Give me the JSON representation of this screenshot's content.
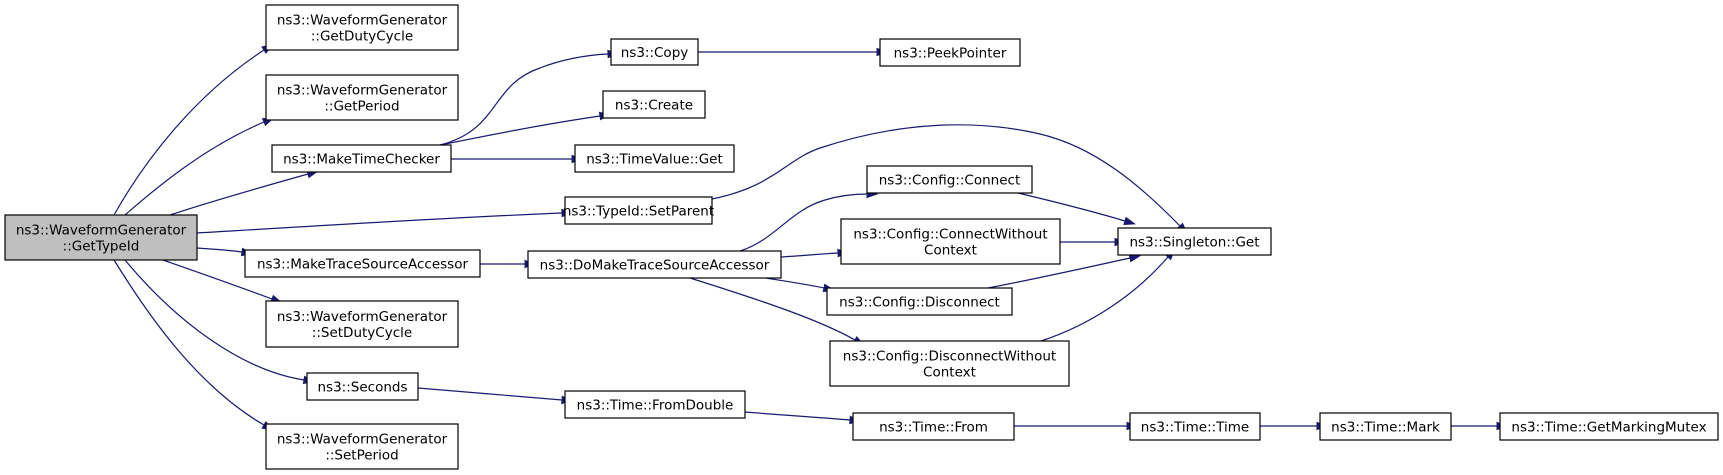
{
  "graph": {
    "root": "GetTypeId",
    "nodes": [
      {
        "id": "GetTypeId",
        "lines": [
          "ns3::WaveformGenerator",
          "::GetTypeId"
        ],
        "highlight": true
      },
      {
        "id": "GetDutyCycle",
        "lines": [
          "ns3::WaveformGenerator",
          "::GetDutyCycle"
        ]
      },
      {
        "id": "GetPeriod",
        "lines": [
          "ns3::WaveformGenerator",
          "::GetPeriod"
        ]
      },
      {
        "id": "MakeTimeChecker",
        "lines": [
          "ns3::MakeTimeChecker"
        ]
      },
      {
        "id": "MakeTraceSourceAccessor",
        "lines": [
          "ns3::MakeTraceSourceAccessor"
        ]
      },
      {
        "id": "SetDutyCycle",
        "lines": [
          "ns3::WaveformGenerator",
          "::SetDutyCycle"
        ]
      },
      {
        "id": "Seconds",
        "lines": [
          "ns3::Seconds"
        ]
      },
      {
        "id": "SetPeriod",
        "lines": [
          "ns3::WaveformGenerator",
          "::SetPeriod"
        ]
      },
      {
        "id": "Copy",
        "lines": [
          "ns3::Copy"
        ]
      },
      {
        "id": "Create",
        "lines": [
          "ns3::Create"
        ]
      },
      {
        "id": "TimeValueGet",
        "lines": [
          "ns3::TimeValue::Get"
        ]
      },
      {
        "id": "SetParent",
        "lines": [
          "ns3::TypeId::SetParent"
        ]
      },
      {
        "id": "DoMakeTraceSourceAccessor",
        "lines": [
          "ns3::DoMakeTraceSourceAccessor"
        ]
      },
      {
        "id": "FromDouble",
        "lines": [
          "ns3::Time::FromDouble"
        ]
      },
      {
        "id": "PeekPointer",
        "lines": [
          "ns3::PeekPointer"
        ]
      },
      {
        "id": "ConfigConnect",
        "lines": [
          "ns3::Config::Connect"
        ]
      },
      {
        "id": "ConfigConnectWithoutContext",
        "lines": [
          "ns3::Config::ConnectWithout",
          "Context"
        ]
      },
      {
        "id": "ConfigDisconnect",
        "lines": [
          "ns3::Config::Disconnect"
        ]
      },
      {
        "id": "ConfigDisconnectWithoutContext",
        "lines": [
          "ns3::Config::DisconnectWithout",
          "Context"
        ]
      },
      {
        "id": "TimeFrom",
        "lines": [
          "ns3::Time::From"
        ]
      },
      {
        "id": "SingletonGet",
        "lines": [
          "ns3::Singleton::Get"
        ]
      },
      {
        "id": "TimeTime",
        "lines": [
          "ns3::Time::Time"
        ]
      },
      {
        "id": "TimeMark",
        "lines": [
          "ns3::Time::Mark"
        ]
      },
      {
        "id": "GetMarkingMutex",
        "lines": [
          "ns3::Time::GetMarkingMutex"
        ]
      }
    ],
    "edges": [
      [
        "GetTypeId",
        "GetDutyCycle"
      ],
      [
        "GetTypeId",
        "GetPeriod"
      ],
      [
        "GetTypeId",
        "MakeTimeChecker"
      ],
      [
        "GetTypeId",
        "SetParent"
      ],
      [
        "GetTypeId",
        "MakeTraceSourceAccessor"
      ],
      [
        "GetTypeId",
        "SetDutyCycle"
      ],
      [
        "GetTypeId",
        "Seconds"
      ],
      [
        "GetTypeId",
        "SetPeriod"
      ],
      [
        "MakeTimeChecker",
        "Copy"
      ],
      [
        "MakeTimeChecker",
        "Create"
      ],
      [
        "MakeTimeChecker",
        "TimeValueGet"
      ],
      [
        "Copy",
        "PeekPointer"
      ],
      [
        "SetParent",
        "SingletonGet"
      ],
      [
        "MakeTraceSourceAccessor",
        "DoMakeTraceSourceAccessor"
      ],
      [
        "DoMakeTraceSourceAccessor",
        "ConfigConnect"
      ],
      [
        "DoMakeTraceSourceAccessor",
        "ConfigConnectWithoutContext"
      ],
      [
        "DoMakeTraceSourceAccessor",
        "ConfigDisconnect"
      ],
      [
        "DoMakeTraceSourceAccessor",
        "ConfigDisconnectWithoutContext"
      ],
      [
        "ConfigConnect",
        "SingletonGet"
      ],
      [
        "ConfigConnectWithoutContext",
        "SingletonGet"
      ],
      [
        "ConfigDisconnect",
        "SingletonGet"
      ],
      [
        "ConfigDisconnectWithoutContext",
        "SingletonGet"
      ],
      [
        "Seconds",
        "FromDouble"
      ],
      [
        "FromDouble",
        "TimeFrom"
      ],
      [
        "TimeFrom",
        "TimeTime"
      ],
      [
        "TimeTime",
        "TimeMark"
      ],
      [
        "TimeMark",
        "GetMarkingMutex"
      ]
    ]
  },
  "colors": {
    "edge": "#191970",
    "root_fill": "#bfbfbf",
    "node_fill": "#ffffff",
    "border": "#000000"
  }
}
